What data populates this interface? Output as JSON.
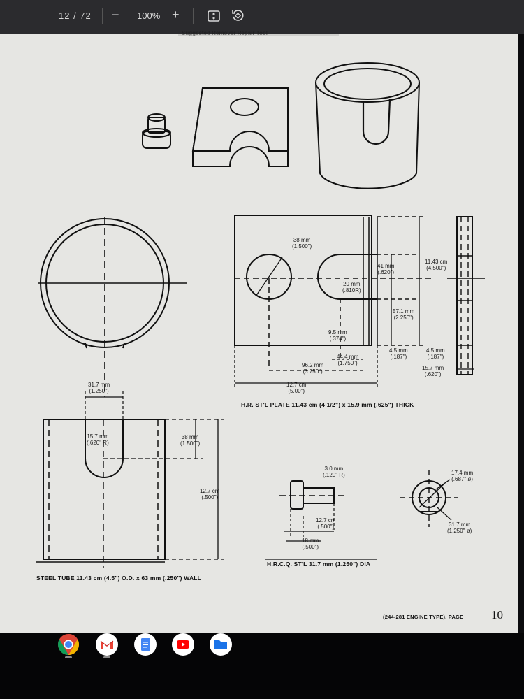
{
  "toolbar": {
    "page_indicator": "12 / 72",
    "zoom_out": "−",
    "zoom_level": "100%",
    "zoom_in": "+"
  },
  "drawing": {
    "top_cutoff_text": "Suggested Remover Repair Tool",
    "plate": {
      "hole_dia": [
        "38 mm",
        "(1.500\")"
      ],
      "slot_depth": [
        "41 mm",
        "(.620\")"
      ],
      "height": [
        "11.43 cm",
        "(4.500\")"
      ],
      "slot_radius": [
        "20 mm",
        "(.810R)"
      ],
      "slot_center": [
        "57.1 mm",
        "(2.250\")"
      ],
      "edge_offset": [
        "9.5 mm",
        "(.374\")"
      ],
      "slot_x": [
        "44.4 mm",
        "(1.750\")"
      ],
      "hole_x": [
        "96.2 mm",
        "(3.750\")"
      ],
      "width": [
        "12.7 cm",
        "(5.00\")"
      ],
      "step_a": [
        "4.5 mm",
        "(.187\")"
      ],
      "step_b": [
        "4.5 mm",
        "(.187\")"
      ],
      "thickness": [
        "15.7 mm",
        "(.620\")"
      ],
      "caption": "H.R. ST'L PLATE 11.43 cm (4 1/2\") x 15.9 mm (.625\") THICK"
    },
    "tube": {
      "slot_width": [
        "31.7 mm",
        "(1.250\")"
      ],
      "slot_radius": [
        "15.7 mm",
        "(.620\" R)"
      ],
      "slot_depth": [
        "38 mm",
        "(1.500\")"
      ],
      "height": [
        "12.7 cm",
        "(.500\")"
      ],
      "caption": "STEEL TUBE 11.43 cm (4.5\") O.D. x 63 mm (.250\") WALL"
    },
    "pin": {
      "radius": [
        "3.0 mm",
        "(.120\" R)"
      ],
      "length": [
        "12.7 cm",
        "(.500\")"
      ],
      "head": [
        "18 mm",
        "(.500\")"
      ],
      "dia_small": [
        "17.4 mm",
        "(.687\" ø)"
      ],
      "dia_large": [
        "31.7 mm",
        "(1.250\" ø)"
      ],
      "caption": "H.R.C.Q. ST'L 31.7 mm (1.250\") DIA"
    },
    "footer": "(244-281 ENGINE TYPE). PAGE",
    "page_number": "10"
  },
  "shelf": {
    "apps": [
      {
        "name": "chrome-icon",
        "color": "#db4437"
      },
      {
        "name": "gmail-icon",
        "color": "#ffffff"
      },
      {
        "name": "docs-icon",
        "color": "#4285f4"
      },
      {
        "name": "youtube-icon",
        "color": "#ff0000"
      },
      {
        "name": "files-icon",
        "color": "#1a73e8"
      }
    ]
  }
}
